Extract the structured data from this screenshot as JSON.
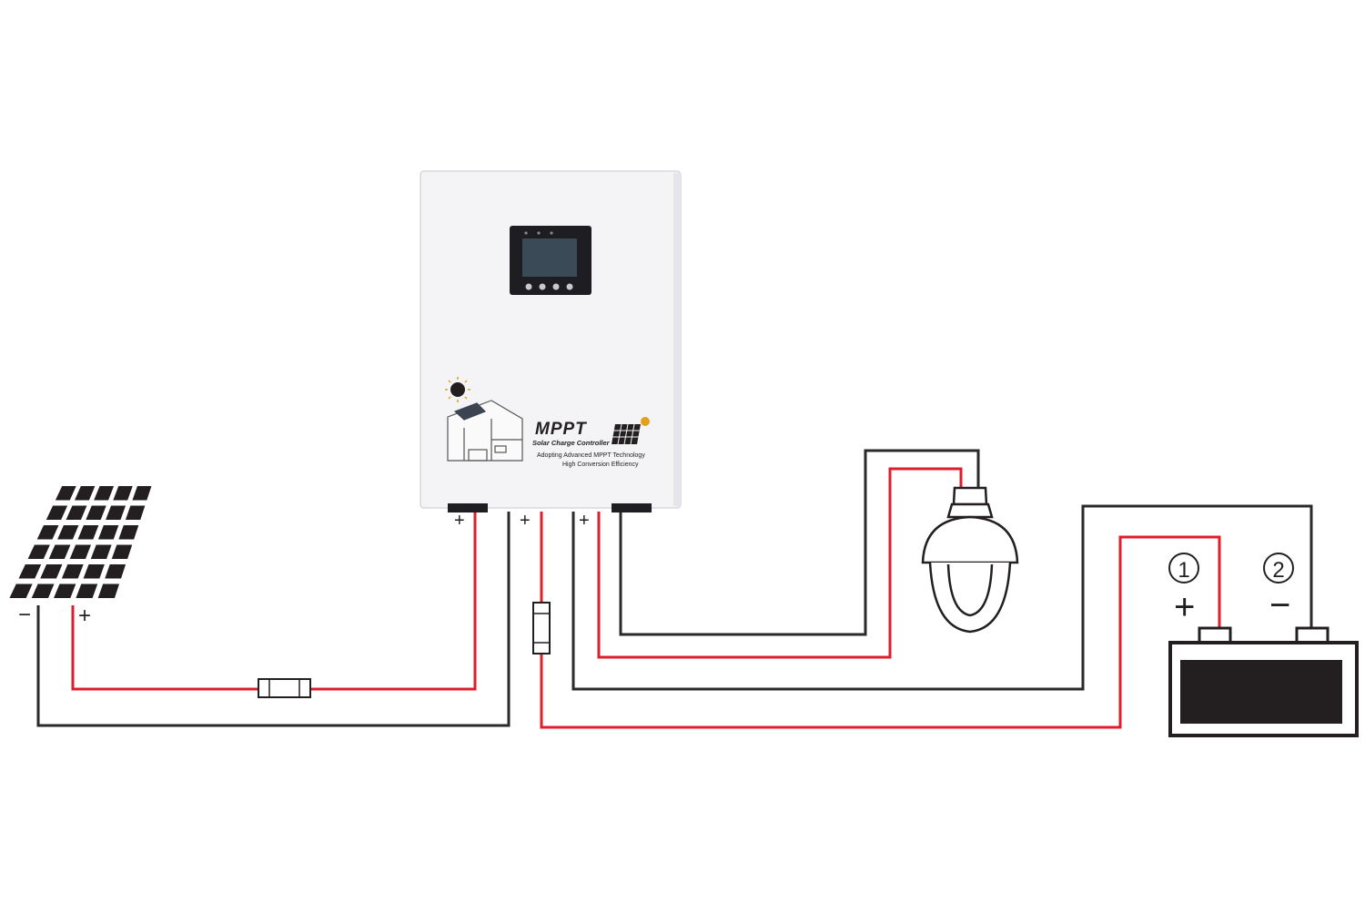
{
  "controller": {
    "brand": "MPPT",
    "subtitle": "Solar Charge Controller",
    "tagline1": "Adopting Advanced MPPT Technology",
    "tagline2": "High Conversion Efficiency"
  },
  "labels": {
    "panel_neg": "−",
    "panel_pos": "+",
    "pv_terminal_pos": "+",
    "battery_terminal_pos": "+",
    "load_terminal_pos": "+",
    "battery_step1": "①",
    "battery_step2": "②",
    "battery_pos": "+",
    "battery_neg": "−"
  },
  "colors": {
    "positive_wire": "#e01e2b",
    "negative_wire": "#2a2a2a",
    "casing": "#f3f3f5",
    "dark": "#231f20"
  }
}
